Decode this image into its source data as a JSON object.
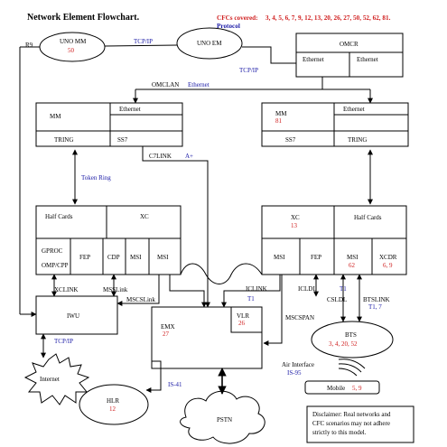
{
  "title": "Network Element Flowchart.",
  "cfc": {
    "label": "CFCs covered:",
    "list": "3, 4, 5, 6, 7, 9, 12, 13, 20, 26, 27, 50, 52, 62, 81.",
    "protocol": "Protocol"
  },
  "nodes": {
    "uno_mm": {
      "name": "UNO MM",
      "num": "50"
    },
    "uno_em": {
      "name": "UNO EM"
    },
    "omcr": {
      "name": "OMCR",
      "eth_left": "Ethernet",
      "eth_right": "Ethernet"
    },
    "left_mm": {
      "name": "MM",
      "ethernet": "Ethernet",
      "tring": "TRING",
      "ss7": "SS7"
    },
    "right_mm": {
      "name": "MM",
      "num": "81",
      "ethernet": "Ethernet",
      "ss7": "SS7",
      "tring": "TRING"
    },
    "left_shelf": {
      "half_cards": "Half Cards",
      "xc": "XC",
      "gproc": "GPROC",
      "omp_cpp": "OMP/CPP",
      "fep": "FEP",
      "cdp": "CDP",
      "msi_a": "MSI",
      "msi_b": "MSI"
    },
    "right_shelf": {
      "xc": "XC",
      "xc_num": "13",
      "half_cards": "Half Cards",
      "msi_a": "MSI",
      "fep": "FEP",
      "msi_b": "MSI",
      "msi_num": "62",
      "xcdr": "XCDR",
      "xcdr_num": "6, 9"
    },
    "iwu": {
      "name": "IWU"
    },
    "emx": {
      "name": "EMX",
      "num": "27",
      "vlr": "VLR",
      "vlr_num": "26"
    },
    "bts": {
      "name": "BTS",
      "nums": "3, 4, 20, 52"
    },
    "internet": {
      "name": "Internet"
    },
    "hlr": {
      "name": "HLR",
      "num": "12"
    },
    "pstn": {
      "name": "PSTN"
    },
    "mobile": {
      "name": "Mobile",
      "nums": "5, 9"
    }
  },
  "links": {
    "r9": "R9",
    "tcpip_top": "TCP/IP",
    "tcpip_omcr": "TCP/IP",
    "omclan": "OMCLAN",
    "omclan_eth": "Ethernet",
    "token_ring": "Token Ring",
    "c7link": "C7LINK",
    "a_plus": "A+",
    "xclink": "XCLINK",
    "msslink": "MSSLink",
    "mscslink": "MSCSLink",
    "t1_left": "T1",
    "iclink": "ICLINK",
    "icldl": "ICLDL",
    "t1_right": "T1",
    "csldl": "CSLDL",
    "btslink": "BTSLINK",
    "btslink_nums": "T1,  7",
    "mscspan": "MSCSPAN",
    "tcpip_iwu": "TCP/IP",
    "is41": "IS-41",
    "air_interface": "Air  Interface",
    "is95": "IS-95"
  },
  "disclaimer": [
    "Disclaimer:  Real networks and",
    "CFC scenarios may not adhere",
    "strictly to this model."
  ]
}
